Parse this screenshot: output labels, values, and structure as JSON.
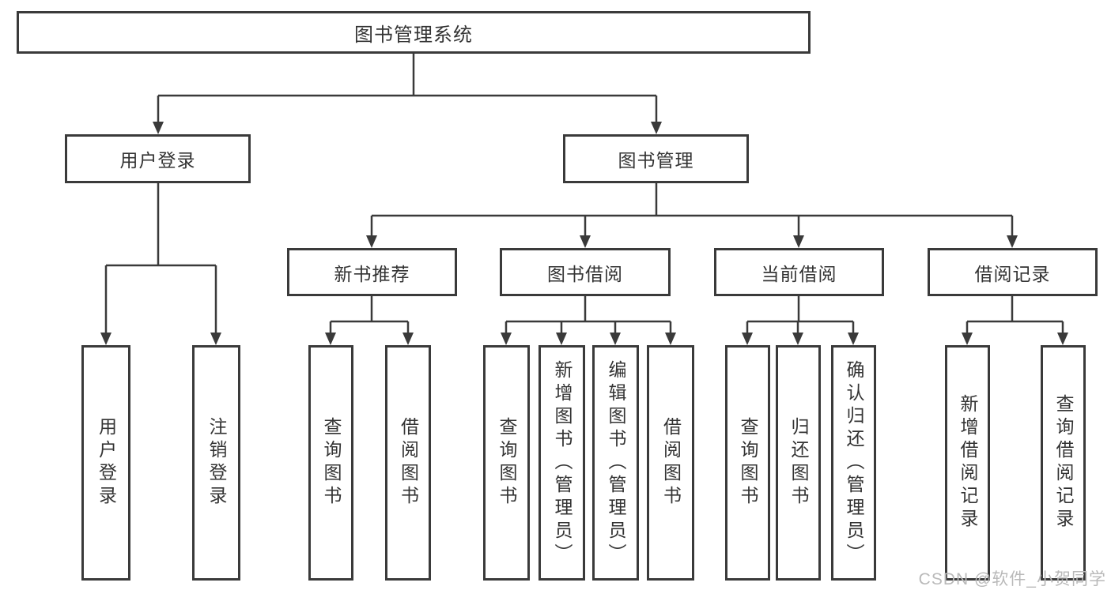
{
  "title": "图书管理系统",
  "watermark": "CSDN @软件_小贺同学",
  "colors": {
    "line": "#3a3a3a",
    "text": "#333333",
    "background": "#ffffff",
    "watermark": "#b9b9b9"
  },
  "nodes": {
    "root": {
      "label": "图书管理系统"
    },
    "level2": [
      {
        "label": "用户登录",
        "parent": "图书管理系统"
      },
      {
        "label": "图书管理",
        "parent": "图书管理系统"
      }
    ],
    "level3": [
      {
        "label": "新书推荐",
        "parent": "图书管理"
      },
      {
        "label": "图书借阅",
        "parent": "图书管理"
      },
      {
        "label": "当前借阅",
        "parent": "图书管理"
      },
      {
        "label": "借阅记录",
        "parent": "图书管理"
      }
    ],
    "leaves": [
      {
        "label": "用户登录",
        "parent": "用户登录"
      },
      {
        "label": "注销登录",
        "parent": "用户登录"
      },
      {
        "label": "查询图书",
        "parent": "新书推荐"
      },
      {
        "label": "借阅图书",
        "parent": "新书推荐"
      },
      {
        "label": "查询图书",
        "parent": "图书借阅"
      },
      {
        "label": "新增图书（管理员）",
        "parent": "图书借阅"
      },
      {
        "label": "编辑图书（管理员）",
        "parent": "图书借阅"
      },
      {
        "label": "借阅图书",
        "parent": "图书借阅"
      },
      {
        "label": "查询图书",
        "parent": "当前借阅"
      },
      {
        "label": "归还图书",
        "parent": "当前借阅"
      },
      {
        "label": "确认归还（管理员）",
        "parent": "当前借阅"
      },
      {
        "label": "新增借阅记录",
        "parent": "借阅记录"
      },
      {
        "label": "查询借阅记录",
        "parent": "借阅记录"
      }
    ]
  }
}
